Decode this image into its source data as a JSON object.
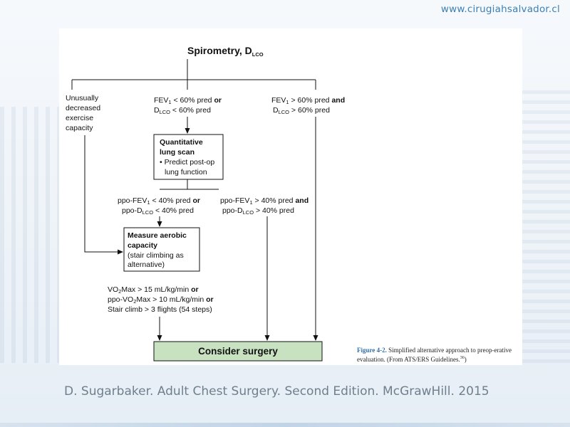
{
  "site_url": "www.cirugiahsalvador.cl",
  "flowchart": {
    "title": {
      "main": "Spirometry, D",
      "sub": "LCO"
    },
    "branch_left": [
      "Unusually",
      "decreased",
      "exercise",
      "capacity"
    ],
    "branch_mid": {
      "line1": {
        "a": "FEV",
        "s1": "1",
        "b": " < 60% pred ",
        "bold": "or"
      },
      "line2": {
        "a": "D",
        "s1": "LCO",
        "b": " < 60% pred"
      }
    },
    "branch_right": {
      "line1": {
        "a": "FEV",
        "s1": "1",
        "b": " > 60% pred ",
        "bold": "and"
      },
      "line2": {
        "a": "D",
        "s1": "LCO",
        "b": " > 60%  pred"
      }
    },
    "lung_scan_box": {
      "title1": "Quantitative",
      "title2": "lung scan",
      "bullet1": "• Predict post-op",
      "bullet2": "lung function"
    },
    "ppo_low": {
      "line1": {
        "a": "ppo-FEV",
        "s1": "1",
        "b": " < 40% pred ",
        "bold": "or"
      },
      "line2": {
        "a": "ppo-D",
        "s1": "LCO",
        "b": " < 40%  pred"
      }
    },
    "ppo_high": {
      "line1": {
        "a": "ppo-FEV",
        "s1": "1",
        "b": " > 40% pred ",
        "bold": "and"
      },
      "line2": {
        "a": "ppo-D",
        "s1": "LCO",
        "b": " > 40% pred"
      }
    },
    "aerobic_box": {
      "title1": "Measure aerobic",
      "title2": "capacity",
      "note1": "(stair climbing as",
      "note2": "alternative)"
    },
    "vo2_criteria": {
      "line1": {
        "a": "VO",
        "s1": "2",
        "b": "Max  > 15 mL/kg/min ",
        "bold": "or"
      },
      "line2": {
        "a": "ppo-VO",
        "s1": "2",
        "b": "Max > 10 mL/kg/min ",
        "bold": "or"
      },
      "line3": {
        "a": "Stair climb > 3 flights (54 steps)"
      }
    },
    "surgery_box": {
      "label": "Consider surgery",
      "fill": "#c8e2c1"
    }
  },
  "figure_caption": {
    "label": "Figure 4-2.",
    "text": " Simplified alternative approach to preop-erative evaluation. (From ATS/ERS Guidelines.",
    "ref": "36",
    "close": ")"
  },
  "citation": "D. Sugarbaker. Adult Chest Surgery. Second Edition. McGrawHill. 2015",
  "colors": {
    "site_url": "#3d7fb3",
    "caption_label": "#2f6fa6",
    "citation": "#6f7f8c",
    "surgery_fill": "#c8e2c1"
  }
}
